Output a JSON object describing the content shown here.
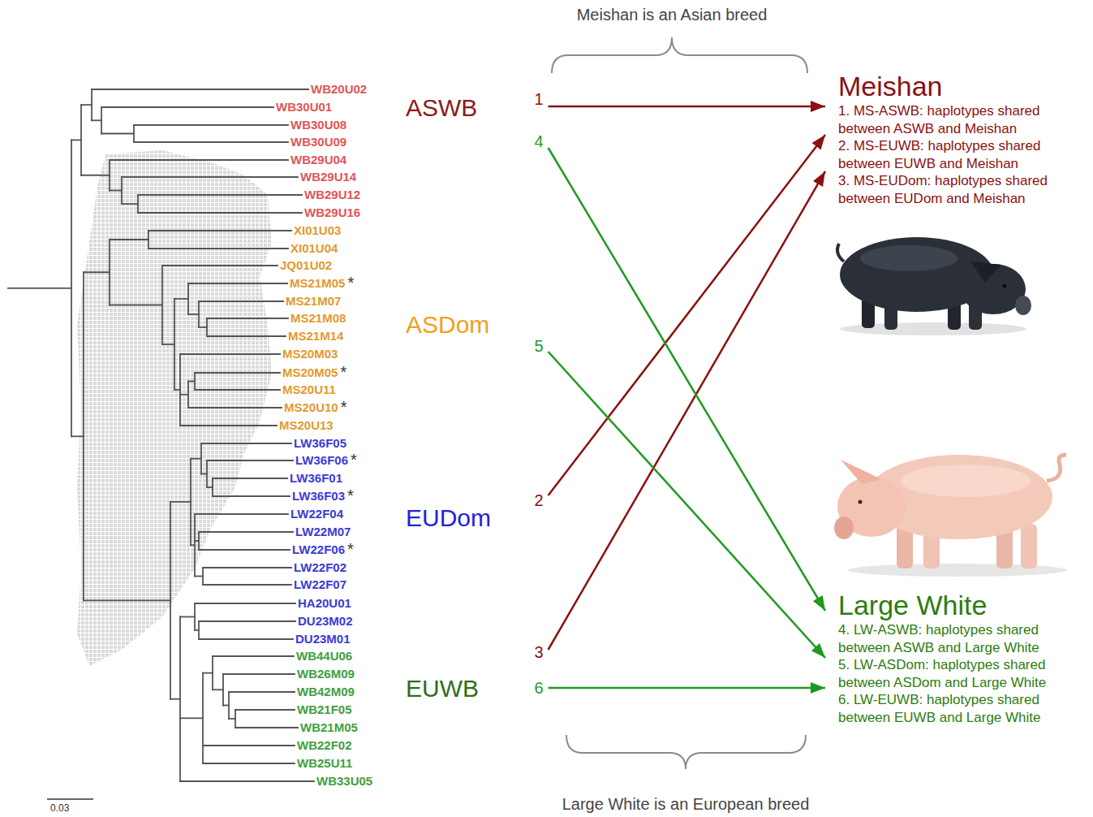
{
  "diagram": {
    "nodes": [
      {
        "text": [
          "1"
        ]
      },
      {
        "text": [
          "4"
        ]
      },
      {
        "text": [
          "5"
        ]
      },
      {
        "text": [
          "2"
        ]
      },
      {
        "text": [
          "3"
        ]
      },
      {
        "text": [
          "6"
        ]
      },
      {
        "text": [
          "Meishan",
          "1. MS-ASWB: haplotypes shared between ASWB and Meishan",
          "2. MS-EUWB: haplotypes shared between EUWB and Meishan",
          "3. MS-EUDom: haplotypes shared between EUDom and Meishan"
        ]
      },
      {
        "text": [
          "Large White",
          "4. LW-ASWB: haplotypes shared between ASWB and Large White",
          "5. LW-ASDom: haplotypes shared between ASDom and Large White",
          "6. LW-EUWB: haplotypes shared between EUWB and Large White"
        ]
      }
    ],
    "edges": [
      {
        "from": 0,
        "to": 6,
        "arrow": "to"
      },
      {
        "from": 3,
        "to": 6,
        "arrow": "to"
      },
      {
        "from": 4,
        "to": 6,
        "arrow": "to"
      },
      {
        "from": 1,
        "to": 7,
        "arrow": "to"
      },
      {
        "from": 2,
        "to": 7,
        "arrow": "to"
      },
      {
        "from": 5,
        "to": 7,
        "arrow": "to"
      }
    ],
    "labels": [
      "WB20U02",
      "WB30U01",
      "WB30U08",
      "WB30U09",
      "WB29U04",
      "WB29U14",
      "WB29U12",
      "WB29U16",
      "XI01U03",
      "XI01U04",
      "JQ01U02",
      "MS21M05",
      "*",
      "MS21M07",
      "MS21M08",
      "MS21M14",
      "MS20M03",
      "MS20M05",
      "*",
      "MS20U11",
      "MS20U10",
      "*",
      "MS20U13",
      "LW36F05",
      "LW36F06",
      "*",
      "LW36F01",
      "LW36F03",
      "*",
      "LW22F04",
      "LW22M07",
      "LW22F06",
      "*",
      "LW22F02",
      "LW22F07",
      "HA20U01",
      "DU23M02",
      "DU23M01",
      "WB44U06",
      "WB26M09",
      "WB42M09",
      "WB21F05",
      "WB21M05",
      "WB22F02",
      "WB25U11",
      "WB33U05",
      "ASWB",
      "ASDom",
      "EUDom",
      "EUWB",
      "Meishan is an Asian breed",
      "Large White is an European breed",
      "0.03"
    ]
  }
}
